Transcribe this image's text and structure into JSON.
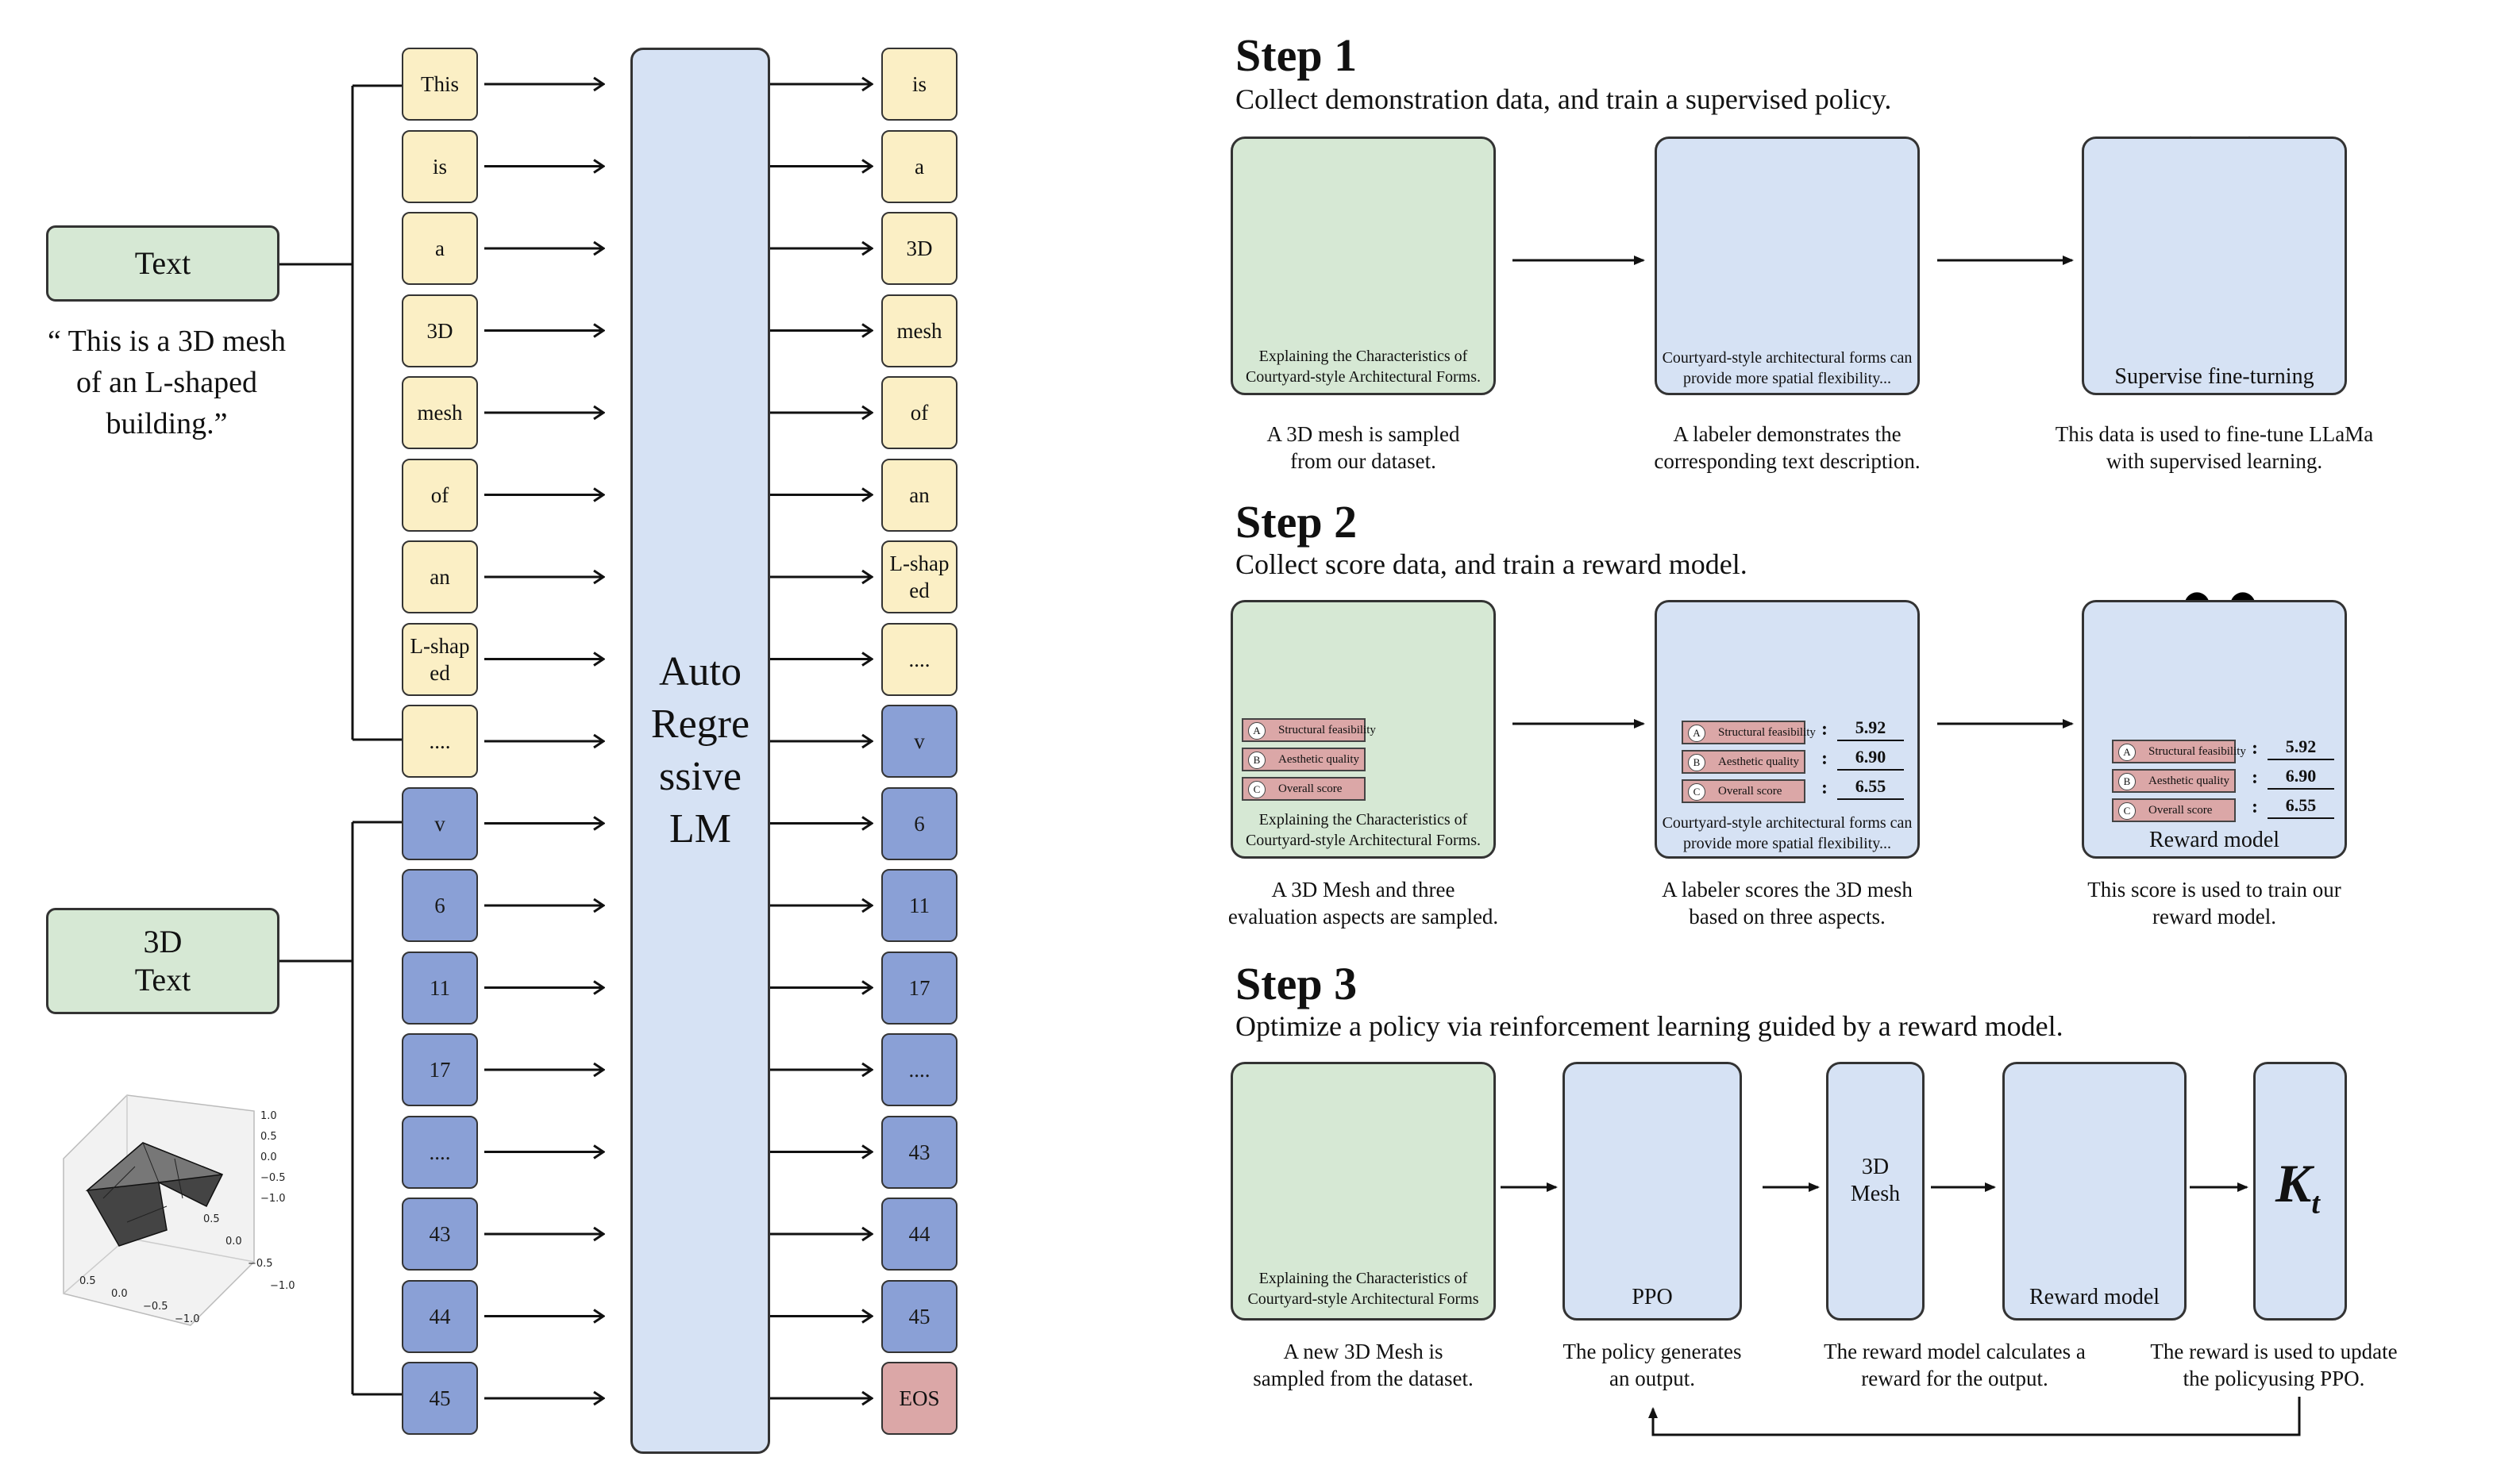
{
  "left": {
    "text_input_label": "Text",
    "mesh_input_label_lines": [
      "3D",
      "Text"
    ],
    "quote_lines": [
      "“ This is a 3D mesh",
      "of  an L-shaped",
      "building.”"
    ],
    "lm_label_lines": [
      "Auto",
      "Regre",
      "ssive",
      "LM"
    ],
    "input_tokens": [
      {
        "label": "This",
        "color": "yellow"
      },
      {
        "label": "is",
        "color": "yellow"
      },
      {
        "label": "a",
        "color": "yellow"
      },
      {
        "label": "3D",
        "color": "yellow"
      },
      {
        "label": "mesh",
        "color": "yellow"
      },
      {
        "label": "of",
        "color": "yellow"
      },
      {
        "label": "an",
        "color": "yellow"
      },
      {
        "label": "L-shap ed",
        "color": "yellow"
      },
      {
        "label": "....",
        "color": "yellow"
      },
      {
        "label": "v",
        "color": "blue"
      },
      {
        "label": "6",
        "color": "blue"
      },
      {
        "label": "11",
        "color": "blue"
      },
      {
        "label": "17",
        "color": "blue"
      },
      {
        "label": "....",
        "color": "blue"
      },
      {
        "label": "43",
        "color": "blue"
      },
      {
        "label": "44",
        "color": "blue"
      },
      {
        "label": "45",
        "color": "blue"
      }
    ],
    "output_tokens": [
      {
        "label": "is",
        "color": "yellow"
      },
      {
        "label": "a",
        "color": "yellow"
      },
      {
        "label": "3D",
        "color": "yellow"
      },
      {
        "label": "mesh",
        "color": "yellow"
      },
      {
        "label": "of",
        "color": "yellow"
      },
      {
        "label": "an",
        "color": "yellow"
      },
      {
        "label": "L-shap ed",
        "color": "yellow"
      },
      {
        "label": "....",
        "color": "yellow"
      },
      {
        "label": "v",
        "color": "blue"
      },
      {
        "label": "6",
        "color": "blue"
      },
      {
        "label": "11",
        "color": "blue"
      },
      {
        "label": "17",
        "color": "blue"
      },
      {
        "label": "....",
        "color": "blue"
      },
      {
        "label": "43",
        "color": "blue"
      },
      {
        "label": "44",
        "color": "blue"
      },
      {
        "label": "45",
        "color": "blue"
      },
      {
        "label": "EOS",
        "color": "red"
      }
    ],
    "plot_ticks": {
      "z": [
        "1.0",
        "0.5",
        "0.0",
        "−0.5",
        "−1.0"
      ],
      "y": [
        "−1.0",
        "−0.5",
        "0.0",
        "0.5"
      ],
      "x": [
        "0.5",
        "0.0",
        "−0.5",
        "−1.0"
      ]
    }
  },
  "colors": {
    "green": "#d6e8d4",
    "blue_panel": "#d6e2f4",
    "yellow_token": "#fbefc5",
    "blue_token": "#8aa0d6",
    "red": "#dba7a7"
  },
  "step1": {
    "title": "Step 1",
    "subtitle": "Collect demonstration data, and train a supervised policy.",
    "panel1_text": [
      "Explaining the Characteristics of",
      "Courtyard-style Architectural Forms."
    ],
    "panel2_text": [
      "Courtyard-style architectural forms can",
      "provide more spatial flexibility..."
    ],
    "panel3_label": "Supervise fine-turning",
    "captions": [
      [
        "A 3D mesh is sampled",
        "from our dataset."
      ],
      [
        "A labeler demonstrates the",
        "corresponding text description."
      ],
      [
        "This data is used to fine-tune LLaMa",
        "with supervised learning."
      ]
    ]
  },
  "step2": {
    "title": "Step 2",
    "subtitle": "Collect score data, and train a reward model.",
    "aspects": [
      {
        "letter": "A",
        "label": "Structural feasibility",
        "score": "5.92"
      },
      {
        "letter": "B",
        "label": "Aesthetic quality",
        "score": "6.90"
      },
      {
        "letter": "C",
        "label": "Overall score",
        "score": "6.55"
      }
    ],
    "panel1_text": [
      "Explaining the Characteristics of",
      "Courtyard-style Architectural Forms."
    ],
    "panel2_text": [
      "Courtyard-style architectural forms can",
      "provide more spatial flexibility..."
    ],
    "panel3_label": "Reward model",
    "captions": [
      [
        "A 3D Mesh and three",
        "evaluation aspects are sampled."
      ],
      [
        "A labeler scores the 3D mesh",
        "based on three aspects."
      ],
      [
        "This score is used to train our",
        "reward model."
      ]
    ]
  },
  "step3": {
    "title": "Step 3",
    "subtitle": "Optimize a policy via reinforcement learning guided by a reward model.",
    "panel1_text": [
      "Explaining the Characteristics of",
      "Courtyard-style Architectural Forms"
    ],
    "ppo_label": "PPO",
    "mesh_label_lines": [
      "3D",
      "Mesh"
    ],
    "reward_label": "Reward model",
    "k_symbol": "K",
    "k_sub": "t",
    "captions": [
      [
        "A new 3D Mesh is",
        "sampled from the dataset."
      ],
      [
        "The policy generates",
        "an output."
      ],
      [
        "The reward model calculates a",
        "reward for the output."
      ],
      [
        "The reward is used to update",
        "the policyusing PPO."
      ]
    ]
  }
}
